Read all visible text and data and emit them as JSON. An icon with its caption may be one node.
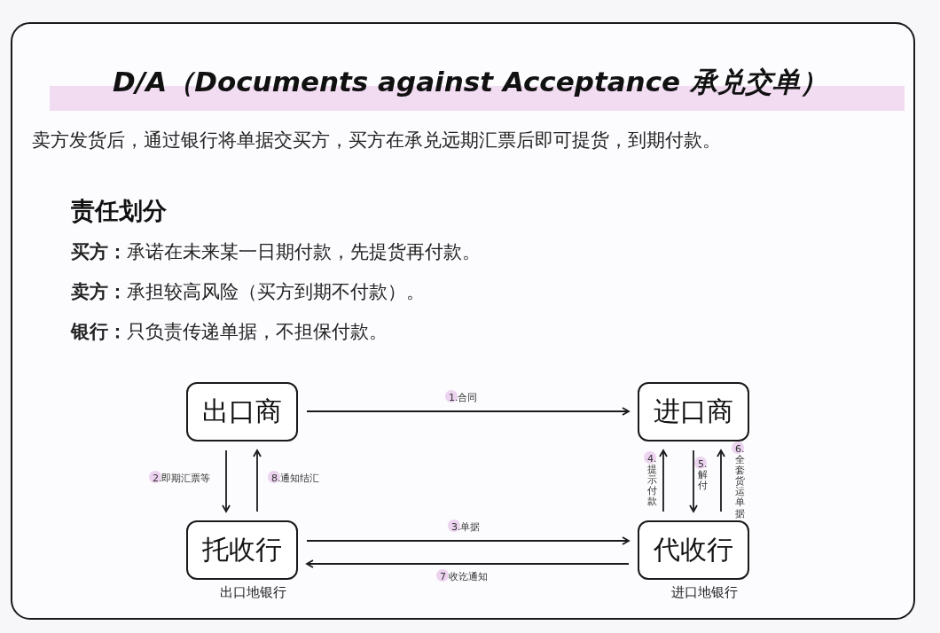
{
  "diagram": {
    "title": "D/A（Documents against Acceptance 承兑交单）",
    "nodes": [
      {
        "text": [
          "出口商"
        ]
      },
      {
        "text": [
          "进口商"
        ]
      },
      {
        "text": [
          "托收行"
        ],
        "beside": [
          "出口地银行"
        ]
      },
      {
        "text": [
          "代收行"
        ],
        "beside": [
          "进口地银行"
        ]
      }
    ],
    "edges": [
      {
        "from": 0,
        "to": 1,
        "arrow": "to",
        "label": "1.合同"
      },
      {
        "from": 0,
        "to": 2,
        "arrow": "to",
        "label": "2.即期汇票等"
      },
      {
        "from": 2,
        "to": 0,
        "arrow": "to",
        "label": "8.通知结汇"
      },
      {
        "from": 2,
        "to": 3,
        "arrow": "to",
        "label": "3.单据"
      },
      {
        "from": 3,
        "to": 2,
        "arrow": "to",
        "label": "7 收讫通知"
      },
      {
        "from": 3,
        "to": 1,
        "arrow": "to",
        "label": "4.提示付款"
      },
      {
        "from": 1,
        "to": 3,
        "arrow": "to",
        "label": "5.解付"
      },
      {
        "from": 3,
        "to": 1,
        "arrow": "to",
        "label": "6.全套货运单据"
      }
    ],
    "labels": [
      "卖方发货后，通过银行将单据交买方，买方在承兑远期汇票后即可提货，到期付款。",
      "责任划分",
      "**买方：**承诺在未来某一日期付款，先提货再付款。",
      "**卖方：**承担较高风险（买方到期不付款）。",
      "**银行：**只负责传递单据，不担保付款。"
    ]
  }
}
